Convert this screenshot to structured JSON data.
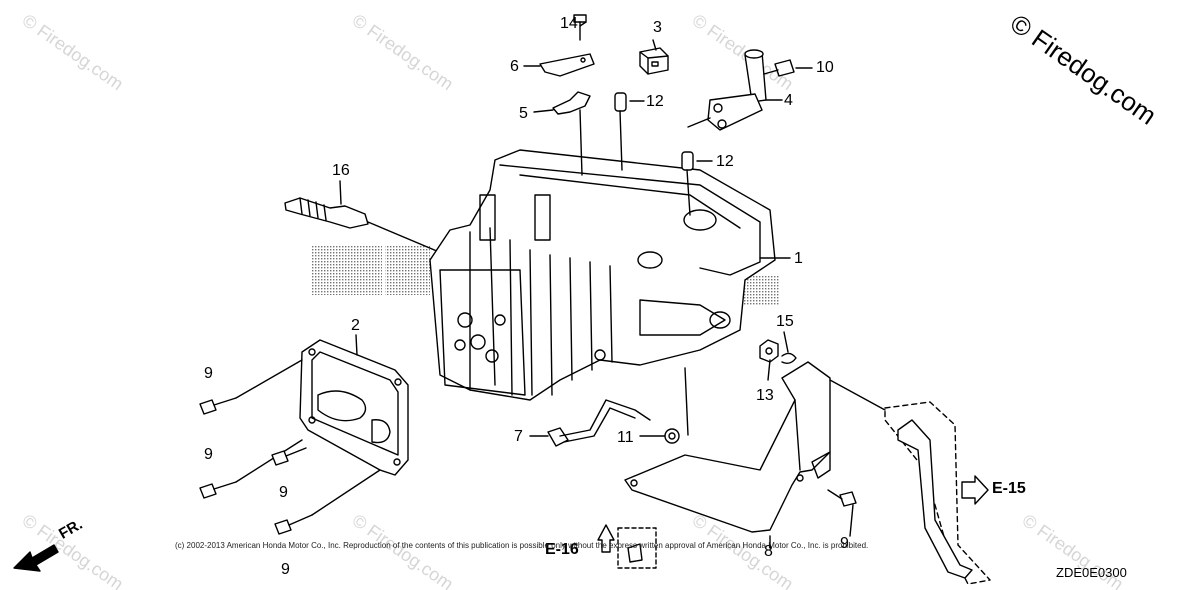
{
  "watermark": "© Firedog.com",
  "copyright_mark": "© Firedog.com",
  "footer_notice": "(c) 2002-2013 American Honda Motor Co., Inc. Reproduction of the contents of this publication is possible only without the express written approval of American Honda Motor Co., Inc. is prohibited.",
  "diagram_code": "ZDE0E0300",
  "direction_label": "FR.",
  "refs": {
    "e15": "E-15",
    "e16": "E-16"
  },
  "callouts": {
    "p1": "1",
    "p2": "2",
    "p3": "3",
    "p4": "4",
    "p5": "5",
    "p6": "6",
    "p7": "7",
    "p8": "8",
    "p9a": "9",
    "p9b": "9",
    "p9c": "9",
    "p9d": "9",
    "p9e": "9",
    "p10": "10",
    "p11": "11",
    "p12a": "12",
    "p12b": "12",
    "p13": "13",
    "p14": "14",
    "p15": "15",
    "p16": "16"
  },
  "colors": {
    "line": "#000000",
    "watermark": "#d6d6d6",
    "background": "#ffffff"
  }
}
